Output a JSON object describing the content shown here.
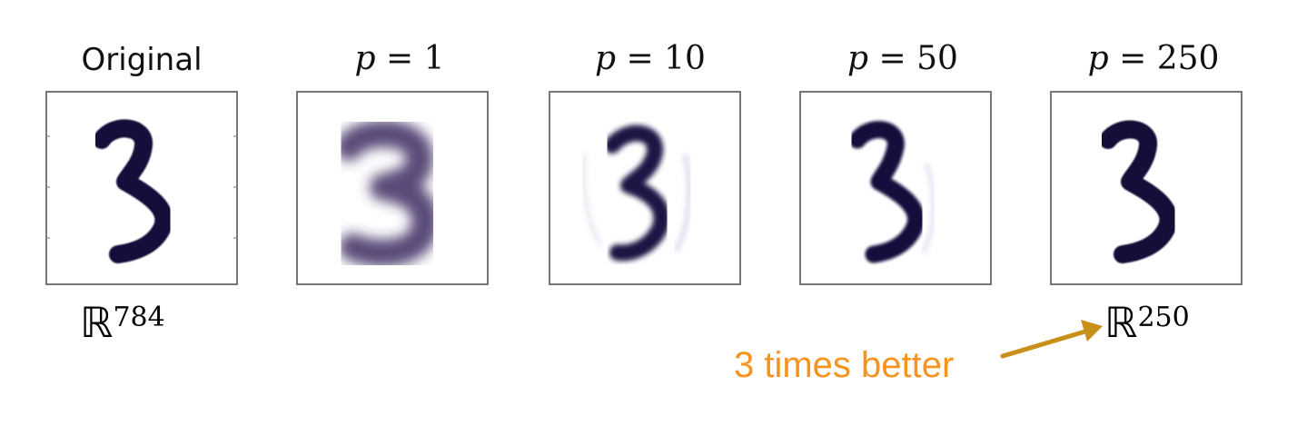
{
  "panels": [
    {
      "title": "Original",
      "kind": "text"
    },
    {
      "var": "p",
      "value": "1",
      "kind": "math"
    },
    {
      "var": "p",
      "value": "10",
      "kind": "math"
    },
    {
      "var": "p",
      "value": "50",
      "kind": "math"
    },
    {
      "var": "p",
      "value": "250",
      "kind": "math"
    }
  ],
  "labels": {
    "left_dim": {
      "symbol": "ℝ",
      "exp": "784"
    },
    "right_dim": {
      "symbol": "ℝ",
      "exp": "250"
    },
    "note": "3 times better"
  },
  "colors": {
    "digit": "#160c3a",
    "note": "#f7941d",
    "arrow": "#c8901a",
    "frame": "#555555"
  }
}
